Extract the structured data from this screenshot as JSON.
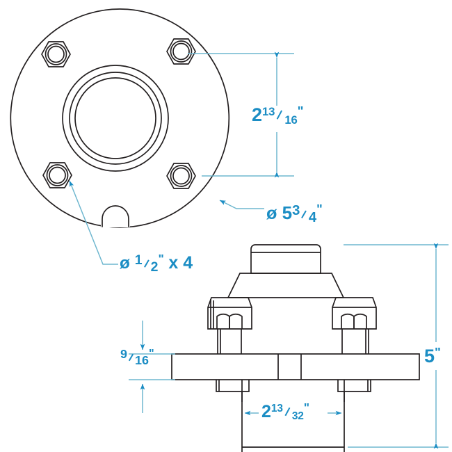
{
  "drawing": {
    "title": "Flange Mount Technical Drawing",
    "colors": {
      "outline": "#231f20",
      "dimension_text": "#1b8dc4",
      "dimension_line": "#6fb7cf",
      "arrow_fill": "#1b8dc4",
      "background": "#ffffff"
    },
    "views": [
      {
        "name": "top-view",
        "label": "Top view of round flange plate"
      },
      {
        "name": "side-view",
        "label": "Side elevation of flange assembly"
      }
    ]
  },
  "dimensions": {
    "bolt_circle": {
      "name": "bolt-circle-spacing",
      "whole": "2",
      "num": "13",
      "den": "16",
      "unit": "\"",
      "full": "2 13/16\""
    },
    "flange_diameter": {
      "name": "flange-outer-diameter",
      "symbol": "ø",
      "whole": "5",
      "num": "3",
      "den": "4",
      "unit": "\"",
      "full": "ø 5 3/4\""
    },
    "bolt_holes": {
      "name": "bolt-hole-size-and-count",
      "symbol": "ø",
      "num": "1",
      "den": "2",
      "unit": "\"",
      "multiplier": "x 4",
      "full": "ø 1/2\" x 4"
    },
    "plate_thickness": {
      "name": "flange-plate-thickness",
      "num": "9",
      "den": "16",
      "unit": "\"",
      "full": "9/16\""
    },
    "stem_width": {
      "name": "lower-stem-width",
      "whole": "2",
      "num": "13",
      "den": "32",
      "unit": "\"",
      "full": "2 13/32\""
    },
    "overall_height": {
      "name": "overall-assembly-height",
      "whole": "5",
      "unit": "\"",
      "full": "5\""
    }
  }
}
